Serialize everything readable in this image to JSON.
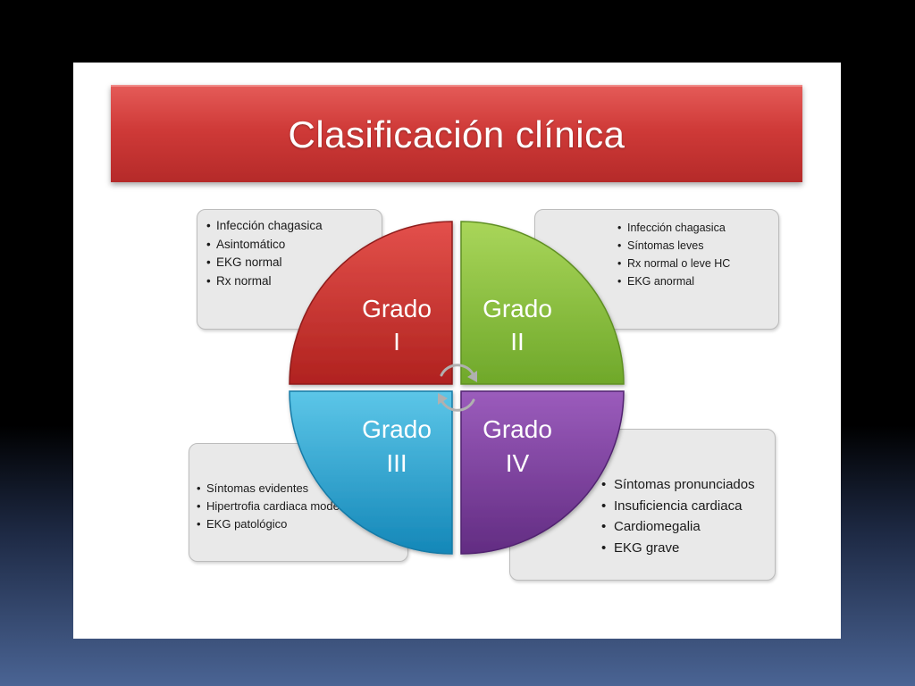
{
  "slide": {
    "title": "Clasificación clínica"
  },
  "quadrants": [
    {
      "label": "Grado",
      "numeral": "I",
      "color": "#c8302c"
    },
    {
      "label": "Grado",
      "numeral": "II",
      "color": "#8cc63f"
    },
    {
      "label": "Grado",
      "numeral": "III",
      "color": "#1ea3d4"
    },
    {
      "label": "Grado",
      "numeral": "IV",
      "color": "#7d3f9e"
    }
  ],
  "boxes": [
    {
      "items": [
        "Infección chagasica",
        "Asintomático",
        "EKG normal",
        "Rx normal"
      ]
    },
    {
      "items": [
        "Infección chagasica",
        "Síntomas leves",
        "Rx normal o leve HC",
        "EKG anormal"
      ]
    },
    {
      "items": [
        "Síntomas evidentes",
        "Hipertrofia cardiaca moderada",
        "EKG patológico"
      ]
    },
    {
      "items": [
        "Síntomas pronunciados",
        "Insuficiencia cardiaca",
        "Cardiomegalia",
        "EKG grave"
      ]
    }
  ]
}
